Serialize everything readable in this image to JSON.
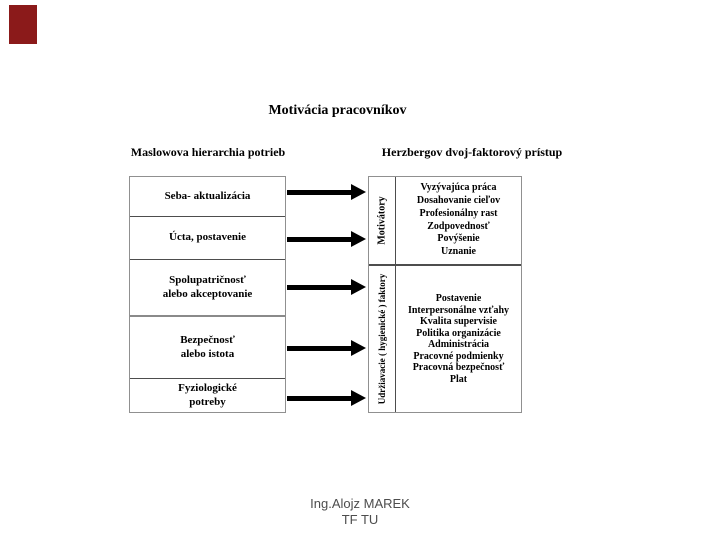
{
  "slide": {
    "title": "Motivácia pracovníkov",
    "maslow": {
      "heading": "Maslowova hierarchia potrieb",
      "rows": [
        [
          "Seba- aktualizácia"
        ],
        [
          "Úcta, postavenie"
        ],
        [
          "Spolupatričnosť",
          "alebo akceptovanie"
        ],
        [
          "Bezpečnosť",
          "alebo istota"
        ],
        [
          "Fyziologické",
          "potreby"
        ]
      ]
    },
    "herzberg": {
      "heading": "Herzbergov dvoj-faktorový prístup",
      "sections": [
        {
          "side_label": "Motivátory",
          "items": [
            "Vyzývajúca práca",
            "Dosahovanie cieľov",
            "Profesionálny rast",
            "Zodpovednosť",
            "Povýšenie",
            "Uznanie"
          ]
        },
        {
          "side_label": "Udržiavacie ( hygienické ) faktory",
          "items": [
            "Postavenie",
            "Interpersonálne vzťahy",
            "Kvalita supervisie",
            "Politika organizácie",
            "Administrácia",
            "Pracovné podmienky",
            "Pracovná bezpečnosť",
            "Plat"
          ]
        }
      ]
    },
    "footer": [
      "Ing.Alojz MAREK",
      "TF TU"
    ],
    "colors": {
      "accent_rectangle": "#8B1A1A",
      "text": "#000000",
      "table_border": "#808080"
    }
  }
}
